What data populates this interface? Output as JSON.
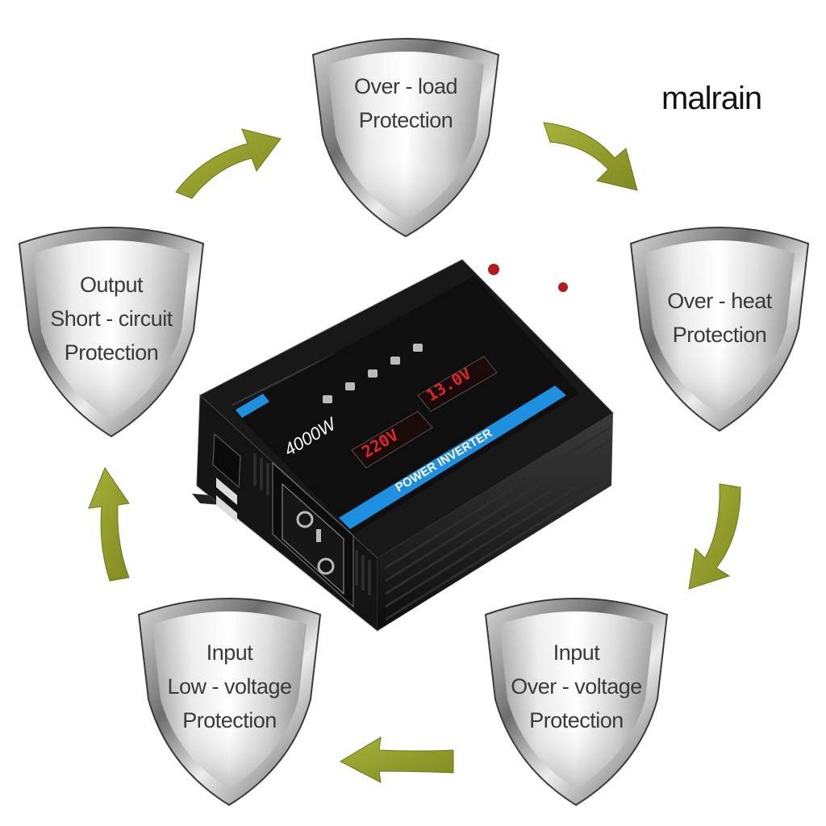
{
  "brand": {
    "text": "malrain"
  },
  "shields": [
    {
      "id": "overload",
      "lines": [
        "Over - load",
        "Protection"
      ]
    },
    {
      "id": "overheat",
      "lines": [
        "Over - heat",
        "Protection"
      ]
    },
    {
      "id": "input-overvoltage",
      "lines": [
        "Input",
        "Over - voltage",
        "Protection"
      ]
    },
    {
      "id": "input-lowvoltage",
      "lines": [
        "Input",
        "Low - voltage",
        "Protection"
      ]
    },
    {
      "id": "output-short",
      "lines": [
        "Output",
        "Short - circuit",
        "Protection"
      ]
    }
  ],
  "inverter": {
    "label": "POWER INVERTER",
    "wattage": "4000W",
    "display_output": "220V",
    "display_input": "13.0V"
  },
  "colors": {
    "arrow": "#8f9a2a",
    "shield_light": "#f4f4f4",
    "shield_dark": "#7a7a7a",
    "inverter_body": "#1b1b1b",
    "accent_blue": "#1f8fe0",
    "lcd_red": "#e0242a"
  },
  "icons": [
    "shield-icon",
    "arrow-icon",
    "usb-port-icon",
    "ac-socket-icon",
    "power-switch-icon"
  ]
}
